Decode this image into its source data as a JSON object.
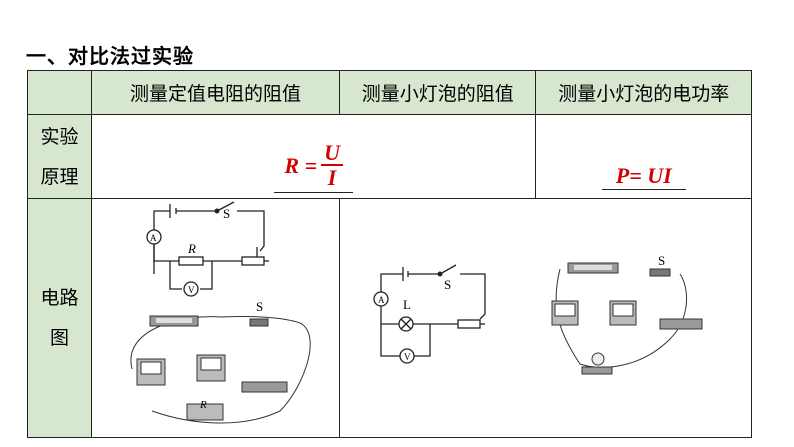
{
  "heading": "一、对比法过实验",
  "table": {
    "columns": [
      "测量定值电阻的阻值",
      "测量小灯泡的阻值",
      "测量小灯泡的电功率"
    ],
    "row_principle": {
      "label_line1": "实验",
      "label_line2": "原理"
    },
    "row_diagram": {
      "label_line1": "电路",
      "label_line2": "图"
    }
  },
  "formulas": {
    "resistance_lhs": "R =",
    "resistance_num": "U",
    "resistance_den": "I",
    "power": "P= UI"
  },
  "diagram_labels": {
    "switch": "S",
    "resistor": "R",
    "ammeter": "A",
    "voltmeter": "V",
    "lamp": "L"
  },
  "colors": {
    "header_bg": "#d7e6cf",
    "formula": "#d40000"
  }
}
